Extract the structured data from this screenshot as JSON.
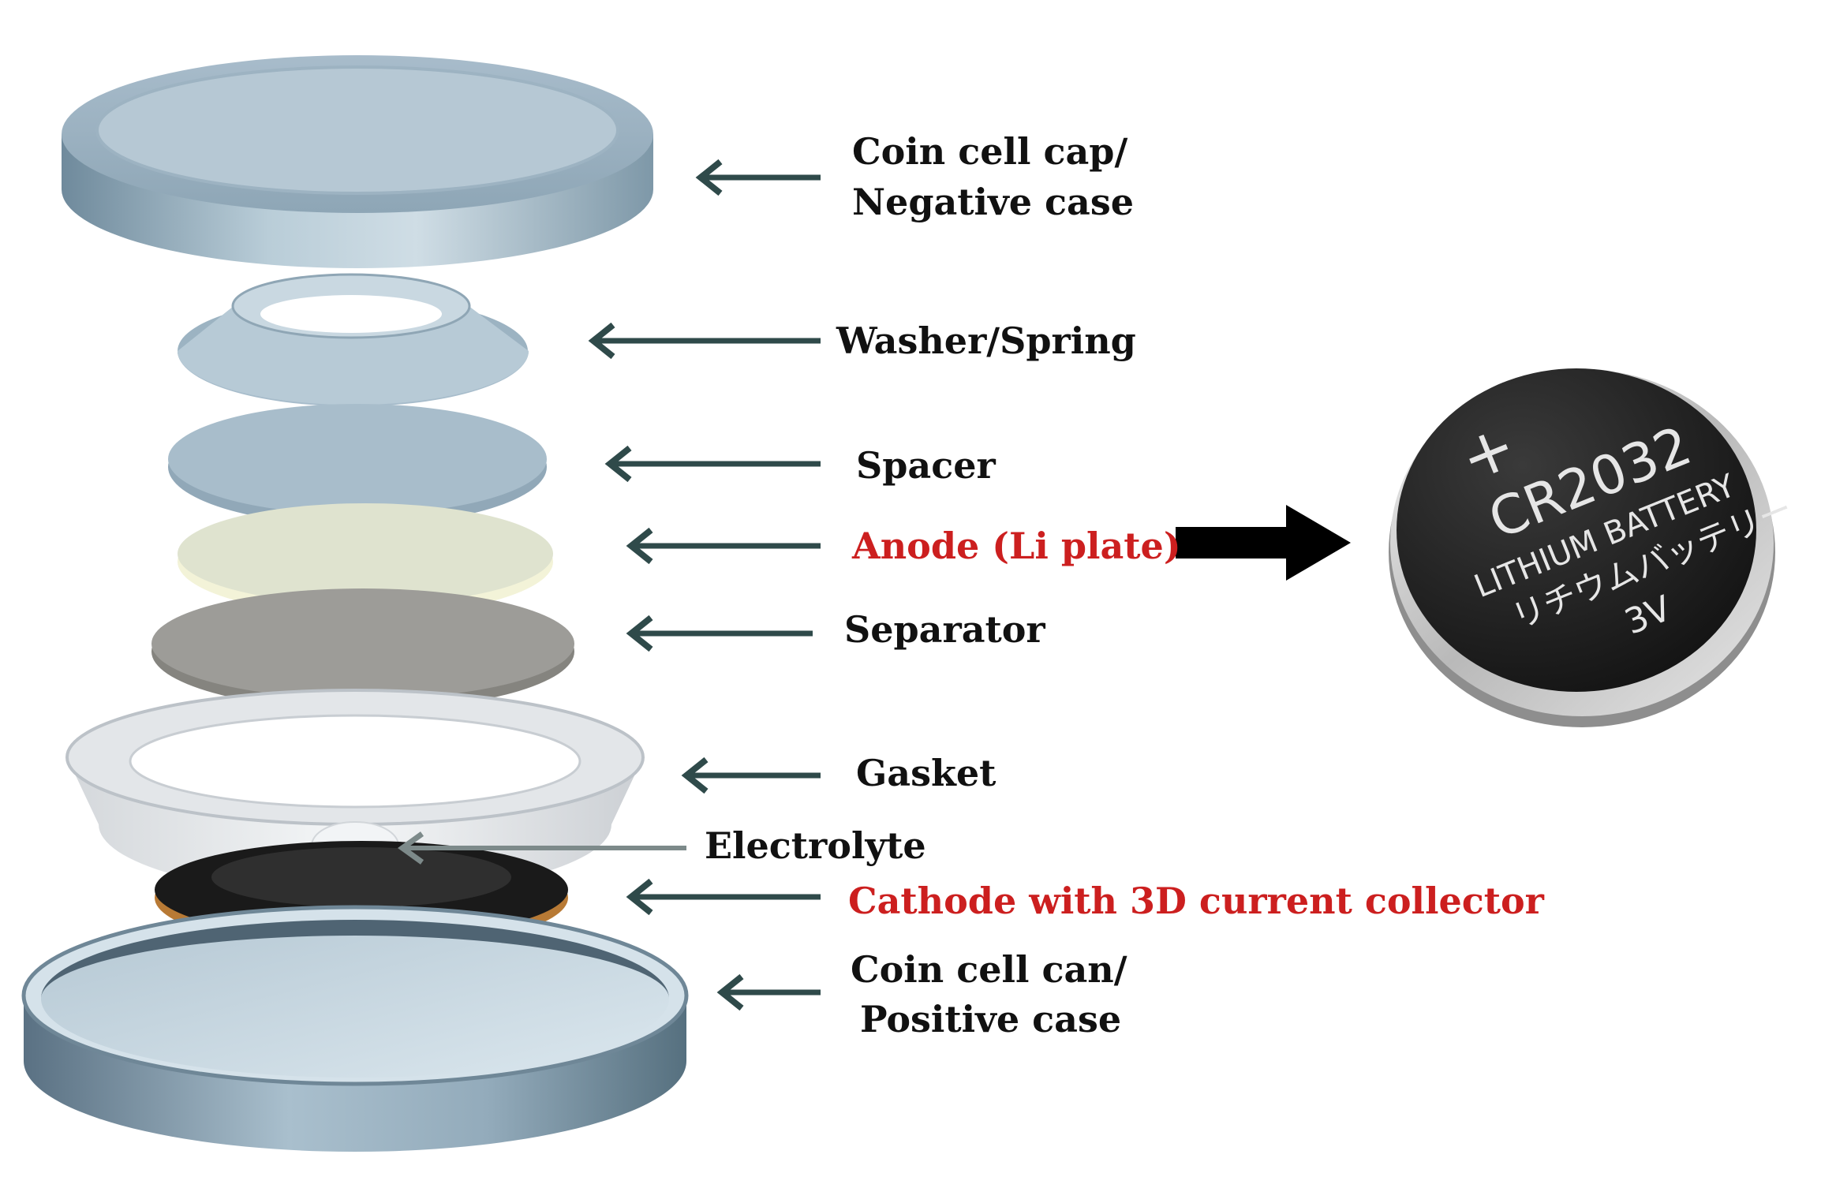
{
  "labels": {
    "cap_line1": "Coin cell cap/",
    "cap_line2": "Negative case",
    "washer": "Washer/Spring",
    "spacer": "Spacer",
    "anode": "Anode (Li plate)",
    "separator": "Separator",
    "gasket": "Gasket",
    "electrolyte": "Electrolyte",
    "cathode": "Cathode with 3D current collector",
    "can_line1": "Coin cell can/",
    "can_line2": "Positive case"
  },
  "battery": {
    "plus": "+",
    "model": "CR2032",
    "line1": "LITHIUM BATTERY",
    "line2": "リチウムバッテリー",
    "voltage": "3V"
  },
  "colors": {
    "label_default": "#111111",
    "label_highlight": "#cc1f1f",
    "metal": "#8fa8b8",
    "anode": "#dfe3cf",
    "separator": "#9d9c98",
    "cathode": "#1a1a1a",
    "battery_face": "#1c1c1c"
  }
}
